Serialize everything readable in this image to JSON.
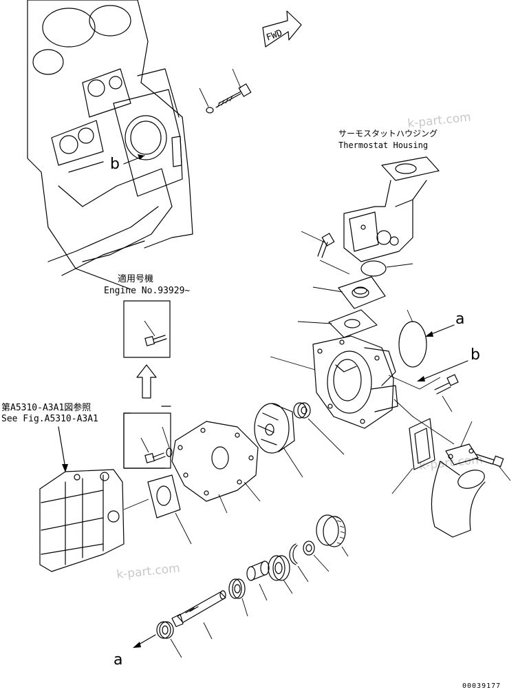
{
  "fwd_label": "FWD",
  "thermostat_housing": {
    "label_jp": "サーモスタットハウジング",
    "label_en": "Thermostat Housing"
  },
  "engine_applicability": {
    "label_jp": "適用号機",
    "label_en": "Engine No.93929~"
  },
  "figure_reference": {
    "label_jp": "第A5310-A3A1図参照",
    "label_en": "See Fig.A5310-A3A1"
  },
  "reference_letters": {
    "a_upper": "a",
    "b_upper": "b",
    "b_block": "b",
    "a_lower": "a"
  },
  "watermarks": [
    "k-part.com",
    "k-part.com",
    "k-part.com"
  ],
  "drawing_code": "00039177"
}
